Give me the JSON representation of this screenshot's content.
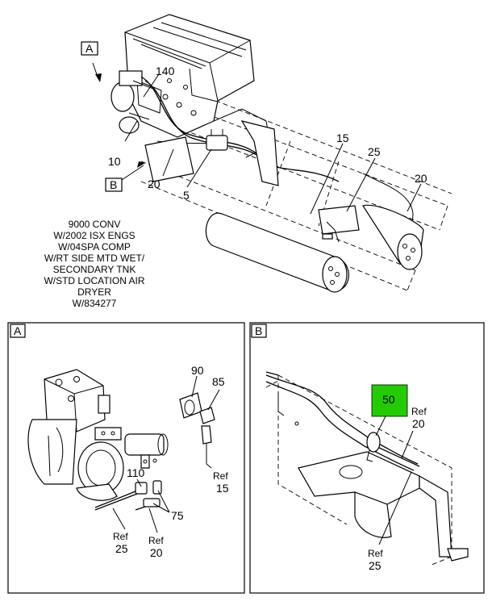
{
  "main_view": {
    "callouts": {
      "c140": "140",
      "c10": "10",
      "c20a": "20",
      "c5": "5",
      "c15": "15",
      "c25": "25",
      "c20b": "20"
    },
    "view_flags": {
      "a": "A",
      "b": "B"
    },
    "note_lines": [
      "9000 CONV",
      "W/2002 ISX ENGS",
      "W/04SPA COMP",
      "W/RT SIDE MTD WET/",
      "SECONDARY TNK",
      "W/STD LOCATION AIR",
      "DRYER",
      "W/834277"
    ]
  },
  "detail_a": {
    "tag": "A",
    "callouts": {
      "c90": "90",
      "c85": "85",
      "c110": "110",
      "c75": "75",
      "ref15_word": "Ref",
      "ref15_num": "15",
      "ref25_word": "Ref",
      "ref25_num": "25",
      "ref20_word": "Ref",
      "ref20_num": "20"
    }
  },
  "detail_b": {
    "tag": "B",
    "callouts": {
      "c50": "50",
      "ref20_word": "Ref",
      "ref20_num": "20",
      "ref25_word": "Ref",
      "ref25_num": "25"
    },
    "highlight_color": "#22cc00"
  }
}
